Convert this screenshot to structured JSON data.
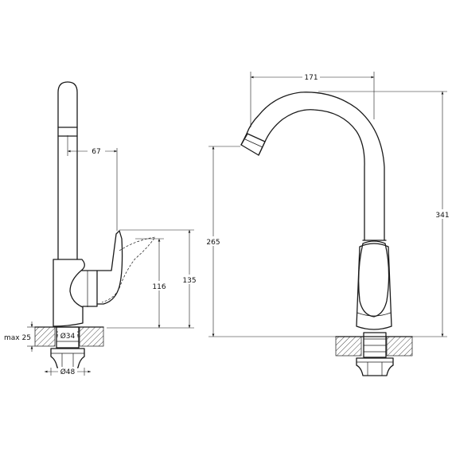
{
  "dimensions": {
    "spout_reach_side": "67",
    "lever_height": "116",
    "body_height": "135",
    "mount_thickness": "max 25",
    "thread_diameter": "Ø34",
    "nut_diameter": "Ø48",
    "spout_reach_front": "171",
    "outlet_height": "265",
    "total_height": "341"
  },
  "colors": {
    "line": "#1a1a1a",
    "background": "#ffffff"
  }
}
